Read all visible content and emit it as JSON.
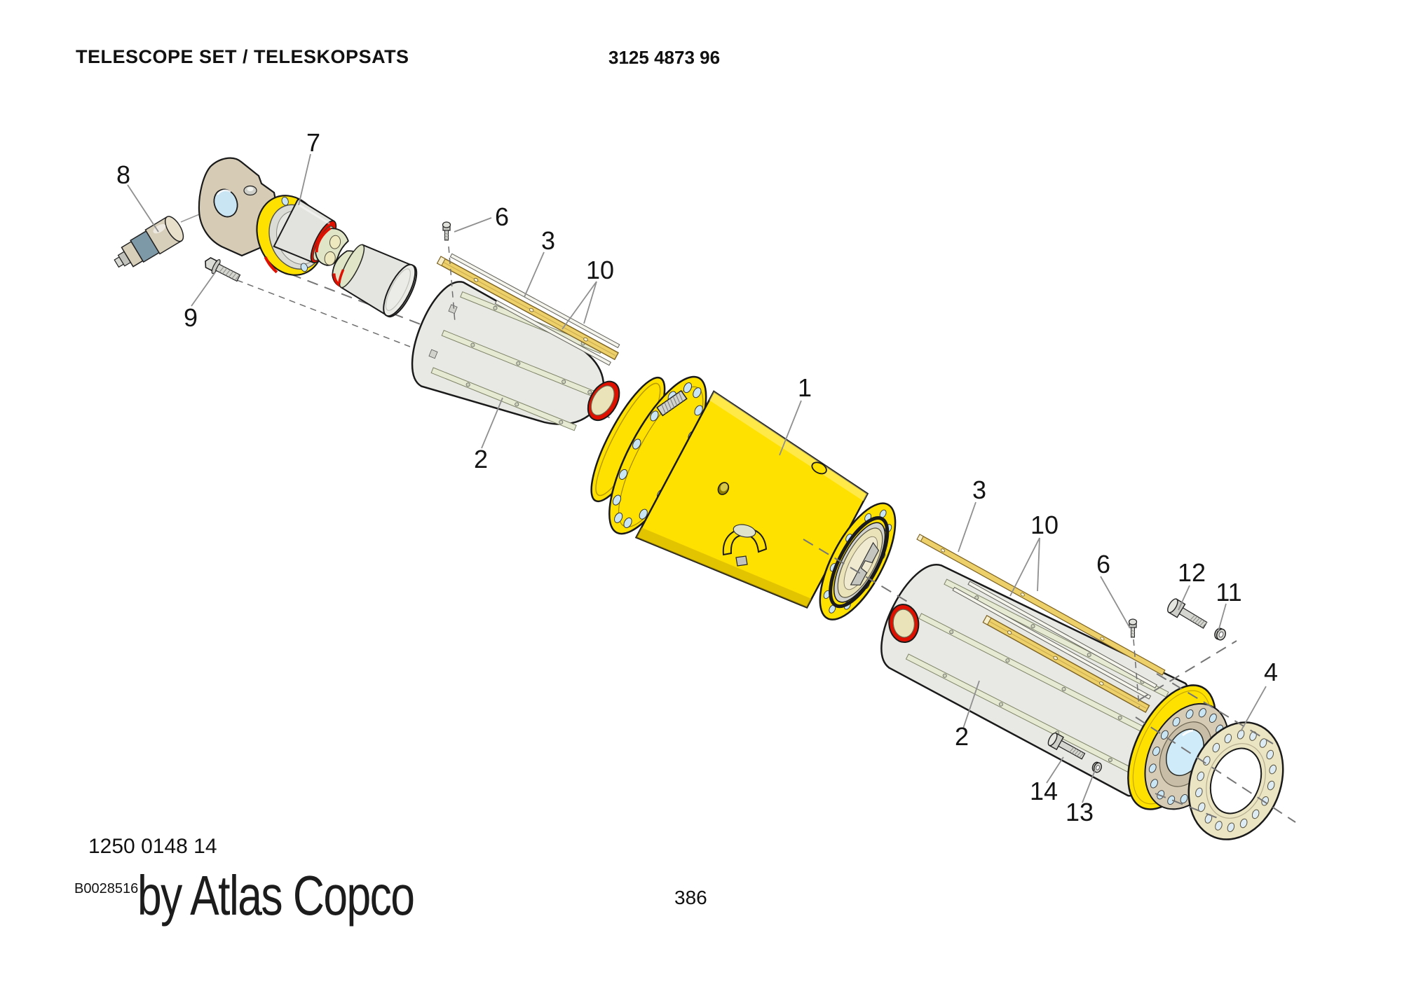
{
  "header": {
    "title": "TELESCOPE SET / TELESKOPSATS",
    "part_number": "3125 4873 96"
  },
  "footer": {
    "drawing_number": "1250 0148 14",
    "figure_ref": "B0028516",
    "brand_line": "by Atlas Copco",
    "page_number": "386"
  },
  "callouts": {
    "main_cylinder": "1",
    "tube_upper": "2",
    "tube_lower": "2",
    "strip_upper": "3",
    "strip_lower": "3",
    "flange_ring": "4",
    "screw_upper": "6",
    "screw_lower": "6",
    "rod_head": "7",
    "plug": "8",
    "bolt_small": "9",
    "rails_upper": "10",
    "rails_lower": "10",
    "washer_right": "11",
    "bolt_right": "12",
    "washer_bottom": "13",
    "bolt_bottom": "14"
  },
  "colors": {
    "part_yellow": "#FFE100",
    "tube_gray": "#E8E8E4",
    "tan": "#D6CCB6",
    "seal_red": "#E01000",
    "hole_blue": "#C9E5F4",
    "bore_blue": "#CFEAF8",
    "cream": "#ECE5C4",
    "bore_cream": "#EAE3B9",
    "strip_gold": "#EDD06A",
    "rail_green": "#E6EAD2",
    "coupling_green": "#DFE5C6"
  }
}
